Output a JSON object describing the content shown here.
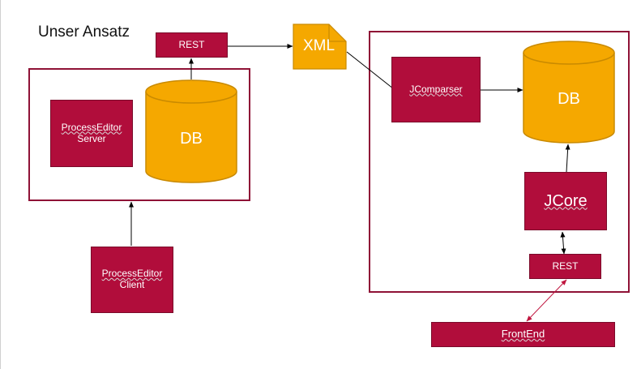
{
  "title": "Unser Ansatz",
  "left": {
    "rest_label": "REST",
    "processeditor_server": {
      "line1": "ProcessEditor",
      "line2": "Server"
    },
    "db_label": "DB",
    "processeditor_client": {
      "line1": "ProcessEditor",
      "line2": "Client"
    }
  },
  "xml_label": "XML",
  "right": {
    "jcomparser_label": "JComparser",
    "db_label": "DB",
    "jcore_label": "JCore",
    "rest_label": "REST",
    "frontend_label": "FrontEnd"
  },
  "colors": {
    "box_fill": "#b10d3b",
    "frame_border": "#8f1236",
    "db_fill": "#f5a800",
    "db_stroke": "#c98a00",
    "arrow_dark": "#000000",
    "arrow_red": "#c0163f"
  }
}
